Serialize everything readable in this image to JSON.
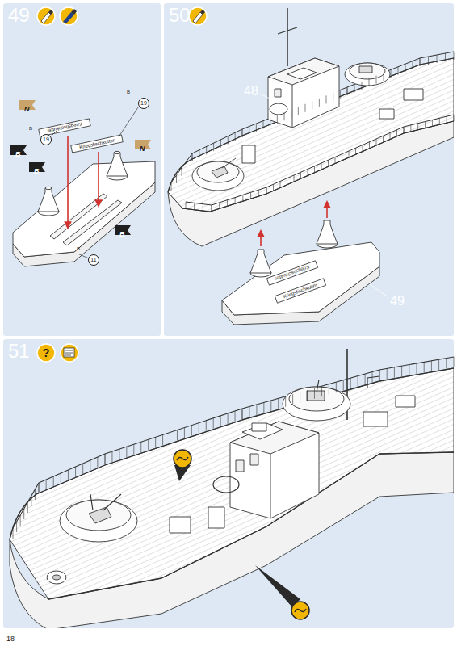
{
  "diagram": {
    "nodes": [
      {
        "text": [
          "49"
        ]
      },
      {
        "text": [
          "N"
        ],
        "in": 0
      },
      {
        "text": [
          "B",
          "19"
        ],
        "in": 0
      },
      {
        "text": [
          "B"
        ],
        "in": 0
      },
      {
        "text": [
          "B"
        ],
        "in": 0
      },
      {
        "text": [
          "B",
          "19"
        ],
        "in": 0
      },
      {
        "text": [
          "N"
        ],
        "in": 0
      },
      {
        "text": [
          "B"
        ],
        "in": 0
      },
      {
        "text": [
          "B",
          "11"
        ],
        "in": 0
      },
      {
        "text": [
          "50"
        ]
      },
      {
        "text": [
          "51"
        ]
      }
    ],
    "labels": [
      "Kriegsfischkutter",
      "Kriegsfischkutter",
      "Kriegsfischkutter",
      "Kriegsfischkutter",
      "48",
      "49",
      "?",
      "18"
    ]
  }
}
